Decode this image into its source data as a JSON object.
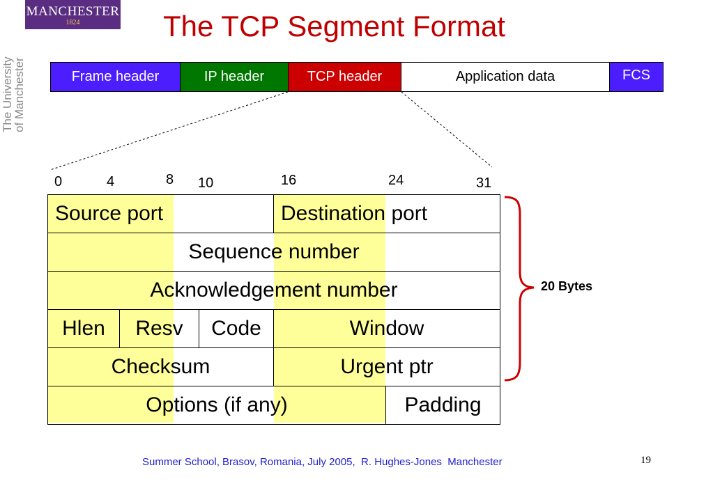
{
  "logo": {
    "name": "MANCHESTER",
    "year": "1824",
    "vertical_text": [
      "The University",
      "of Manchester"
    ]
  },
  "title": "The TCP Segment Format",
  "frame": {
    "segments": [
      {
        "label": "Frame header",
        "color": "#4b1dff"
      },
      {
        "label": "IP header",
        "color": "#007800"
      },
      {
        "label": "TCP header",
        "color": "#cc0000"
      },
      {
        "label": "Application data",
        "color": "#ffffff"
      },
      {
        "label": "FCS",
        "color": "#4b1dff"
      }
    ]
  },
  "bit_labels": [
    "0",
    "4",
    "8",
    "10",
    "16",
    "24",
    "31"
  ],
  "fields": {
    "source_port": "Source port",
    "destination_port": "Destination port",
    "sequence_number": "Sequence number",
    "ack_number": "Acknowledgement number",
    "hlen": "Hlen",
    "resv": "Resv",
    "code": "Code",
    "window": "Window",
    "checksum": "Checksum",
    "urgent_ptr": "Urgent ptr",
    "options": "Options (if any)",
    "padding": "Padding"
  },
  "brace_label": "20 Bytes",
  "colors": {
    "title": "#c00000",
    "highlight": "#ffff99",
    "brace": "#cc0000",
    "footer": "#1f1fcc"
  },
  "footer": "Summer School, Brasov, Romania, July 2005,  R. Hughes-Jones  Manchester",
  "page_number": "19"
}
